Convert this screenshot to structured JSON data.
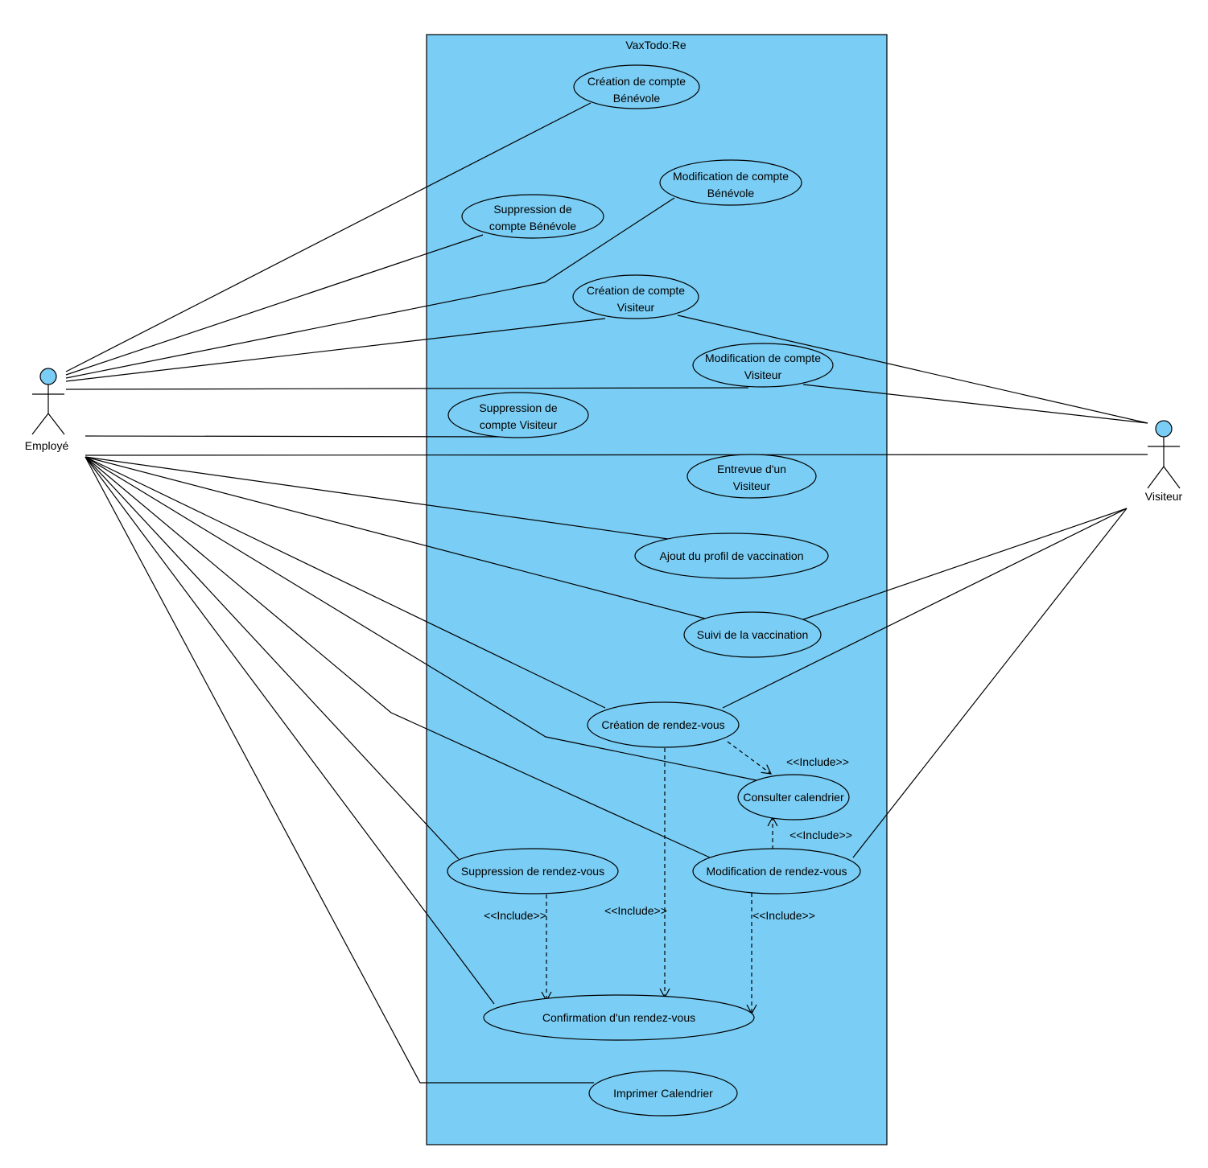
{
  "system": {
    "title": "VaxTodo:Re"
  },
  "actors": {
    "employe": "Employé",
    "visiteur": "Visiteur"
  },
  "use_cases": {
    "creation_benevole": [
      "Création de compte",
      "Bénévole"
    ],
    "modification_benevole": [
      "Modification de compte",
      "Bénévole"
    ],
    "suppression_benevole": [
      "Suppression de",
      "compte Bénévole"
    ],
    "creation_visiteur": [
      "Création de compte",
      "Visiteur"
    ],
    "modification_visiteur": [
      "Modification de compte",
      "Visiteur"
    ],
    "suppression_visiteur": [
      "Suppression de",
      "compte Visiteur"
    ],
    "entrevue": [
      "Entrevue d'un",
      "Visiteur"
    ],
    "ajout_profil": [
      "Ajout du profil de vaccination"
    ],
    "suivi": [
      "Suivi de la vaccination"
    ],
    "creation_rdv": [
      "Création de rendez-vous"
    ],
    "consulter": [
      "Consulter calendrier"
    ],
    "modification_rdv": [
      "Modification de rendez-vous"
    ],
    "suppression_rdv": [
      "Suppression de rendez-vous"
    ],
    "confirmation": [
      "Confirmation d'un rendez-vous"
    ],
    "imprimer": [
      "Imprimer Calendrier"
    ]
  },
  "include_label": "<<Include>>",
  "colors": {
    "fill": "#7acdf4",
    "stroke": "#000000"
  }
}
